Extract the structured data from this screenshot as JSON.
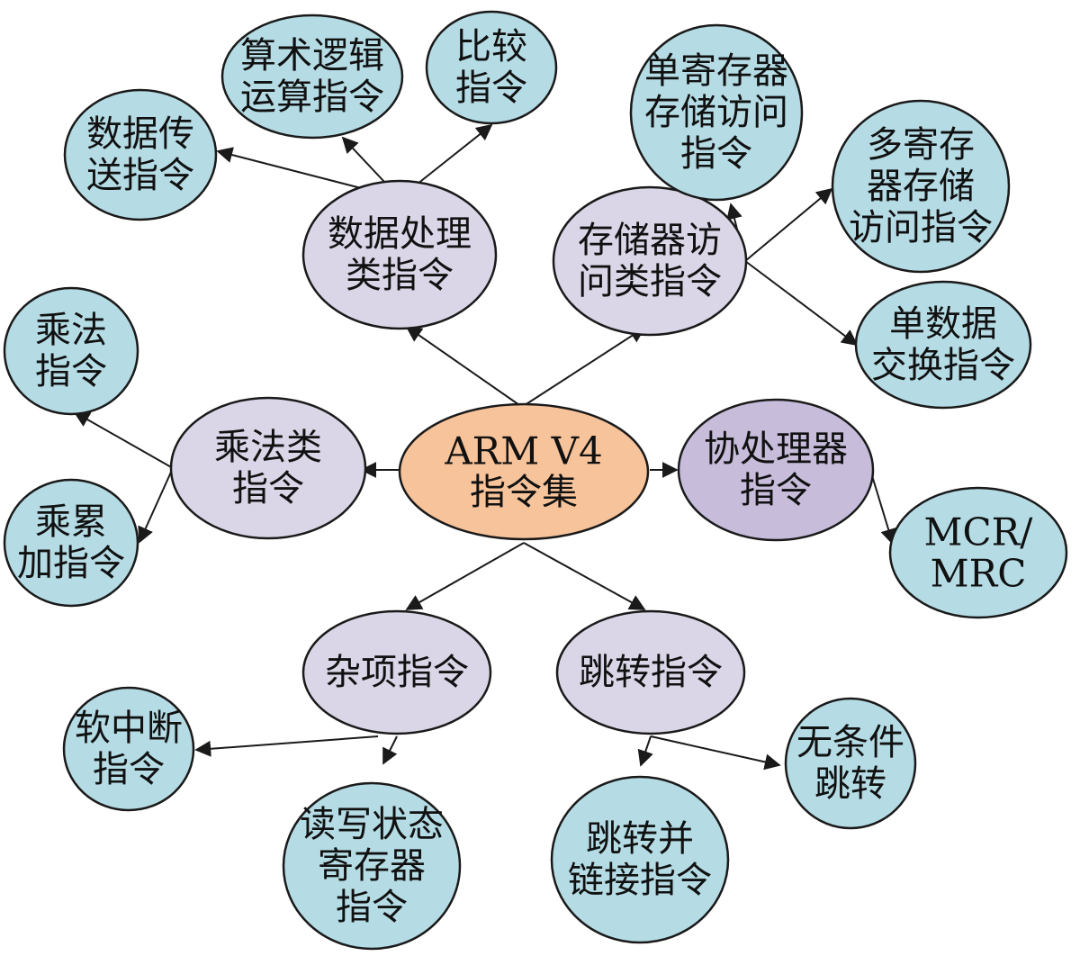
{
  "colors": {
    "root": "#F7C39B",
    "category": "#DAD6E7",
    "coprocessor": "#C7BDDB",
    "leaf": "#B5DCE5",
    "stroke": "#1a1a1a"
  },
  "nodes": {
    "root": {
      "lines": [
        "ARM V4",
        "指令集"
      ]
    },
    "data_processing": {
      "lines": [
        "数据处理",
        "类指令"
      ]
    },
    "memory_access": {
      "lines": [
        "存储器访",
        "问类指令"
      ]
    },
    "multiply": {
      "lines": [
        "乘法类",
        "指令"
      ]
    },
    "coprocessor": {
      "lines": [
        "协处理器",
        "指令"
      ]
    },
    "misc": {
      "lines": [
        "杂项指令"
      ]
    },
    "branch": {
      "lines": [
        "跳转指令"
      ]
    },
    "data_transfer": {
      "lines": [
        "数据传",
        "送指令"
      ]
    },
    "arith_logic": {
      "lines": [
        "算术逻辑",
        "运算指令"
      ]
    },
    "compare": {
      "lines": [
        "比较",
        "指令"
      ]
    },
    "single_reg": {
      "lines": [
        "单寄存器",
        "存储访问",
        "指令"
      ]
    },
    "multi_reg": {
      "lines": [
        "多寄存",
        "器存储",
        "访问指令"
      ]
    },
    "swap": {
      "lines": [
        "单数据",
        "交换指令"
      ]
    },
    "mul": {
      "lines": [
        "乘法",
        "指令"
      ]
    },
    "mla": {
      "lines": [
        "乘累",
        "加指令"
      ]
    },
    "mcr_mrc": {
      "lines": [
        "MCR/",
        "MRC"
      ]
    },
    "swi": {
      "lines": [
        "软中断",
        "指令"
      ]
    },
    "psr": {
      "lines": [
        "读写状态",
        "寄存器",
        "指令"
      ]
    },
    "b": {
      "lines": [
        "无条件",
        "跳转"
      ]
    },
    "bl": {
      "lines": [
        "跳转并",
        "链接指令"
      ]
    }
  }
}
